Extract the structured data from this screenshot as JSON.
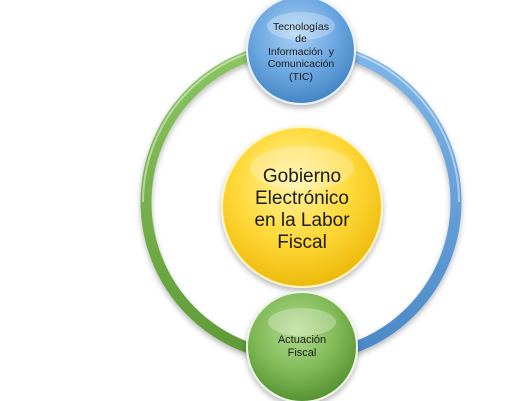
{
  "diagram": {
    "type": "cycle",
    "colors": {
      "ring_left": "#6fac45",
      "ring_right": "#5b9bd5",
      "top_node": "#5b9bd5",
      "bottom_node": "#70ad47",
      "center_node": "#ffd21f"
    },
    "nodes": {
      "top": {
        "lines": [
          "Tecnologías",
          "de",
          "Información  y",
          "Comunicación",
          "(TIC)"
        ]
      },
      "center": {
        "lines": [
          "Gobierno",
          "Electrónico",
          "en la Labor",
          "Fiscal"
        ]
      },
      "bottom": {
        "lines": [
          "Actuación",
          "Fiscal"
        ]
      }
    }
  }
}
